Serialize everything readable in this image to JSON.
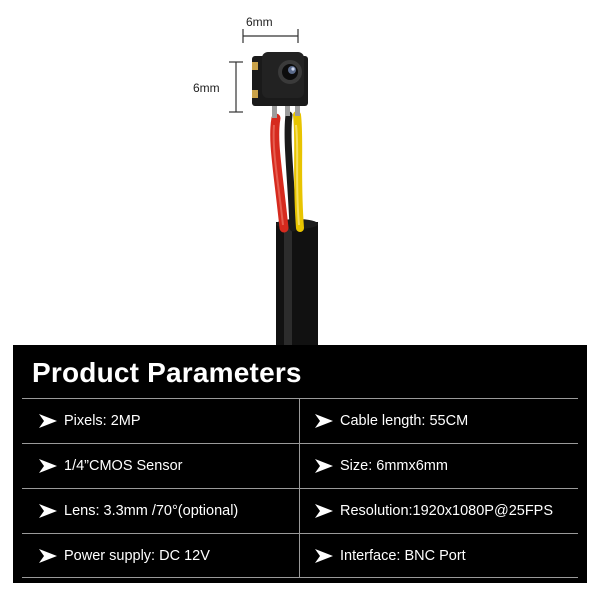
{
  "dimensions": {
    "width_label": "6mm",
    "height_label": "6mm"
  },
  "panel": {
    "title": "Product Parameters",
    "icon": "arrow-right-icon",
    "rows": [
      {
        "left": "Pixels: 2MP",
        "right": "Cable length: 55CM"
      },
      {
        "left": "1/4”CMOS Sensor",
        "right": "Size: 6mmx6mm"
      },
      {
        "left": "Lens: 3.3mm /70°(optional)",
        "right": "Resolution:1920x1080P@25FPS"
      },
      {
        "left": "Power supply: DC 12V",
        "right": "Interface: BNC Port"
      }
    ]
  },
  "colors": {
    "panel_bg": "#000000",
    "wire_red": "#d62a1e",
    "wire_black": "#1a1a1a",
    "wire_yellow": "#e8c400"
  }
}
